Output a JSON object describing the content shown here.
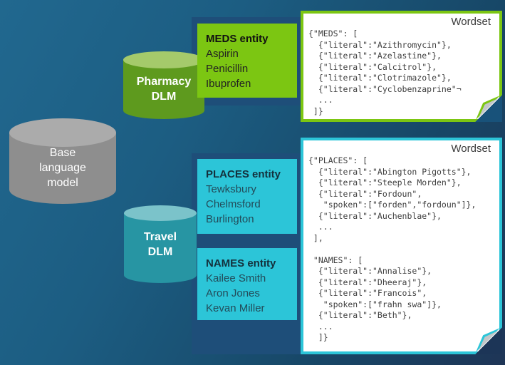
{
  "colors": {
    "background_top": "#21688f",
    "background_bottom": "#1e3556",
    "connector_navy": "#1e4e79",
    "meds_green": "#7cc612",
    "pharmacy_cylinder_green": "#5e9a1e",
    "pharmacy_cap_green": "#a5ca6b",
    "travel_cyan": "#2cc5d8",
    "travel_cylinder_teal": "#2795a3",
    "travel_cap_teal": "#7bc3ca",
    "base_cylinder_gray": "#8e8e8e",
    "panel_white": "#ffffff",
    "code_text": "#3e3e3e"
  },
  "base_cylinder": {
    "label": "Base\nlanguage\nmodel"
  },
  "pharmacy_cylinder": {
    "label": "Pharmacy\nDLM"
  },
  "travel_cylinder": {
    "label": "Travel\nDLM"
  },
  "meds_box": {
    "title": "MEDS entity",
    "items": [
      "Aspirin",
      "Penicillin",
      "Ibuprofen"
    ]
  },
  "places_box": {
    "title": "PLACES entity",
    "items": [
      "Tewksbury",
      "Chelmsford",
      "Burlington"
    ]
  },
  "names_box": {
    "title": "NAMES entity",
    "items": [
      "Kailee Smith",
      "Aron Jones",
      "Kevan Miller"
    ]
  },
  "wordset_meds": {
    "title": "Wordset",
    "code": "{\"MEDS\": [\n  {\"literal\":\"Azithromycin\"},\n  {\"literal\":\"Azelastine\"},\n  {\"literal\":\"Calcitrol\"},\n  {\"literal\":\"Clotrimazole\"},\n  {\"literal\":\"Cyclobenzaprine\"¬\n  ...\n ]}"
  },
  "wordset_travel": {
    "title": "Wordset",
    "code": "{\"PLACES\": [\n  {\"literal\":\"Abington Pigotts\"},\n  {\"literal\":\"Steeple Morden\"},\n  {\"literal\":\"Fordoun\",\n   \"spoken\":[\"forden\",\"fordoun\"]},\n  {\"literal\":\"Auchenblae\"},\n  ...\n ],\n\n \"NAMES\": [\n  {\"literal\":\"Annalise\"},\n  {\"literal\":\"Dheeraj\"},\n  {\"literal\":\"Francois\",\n   \"spoken\":[\"frahn swa\"]},\n  {\"literal\":\"Beth\"},\n  ...\n  ]}"
  }
}
